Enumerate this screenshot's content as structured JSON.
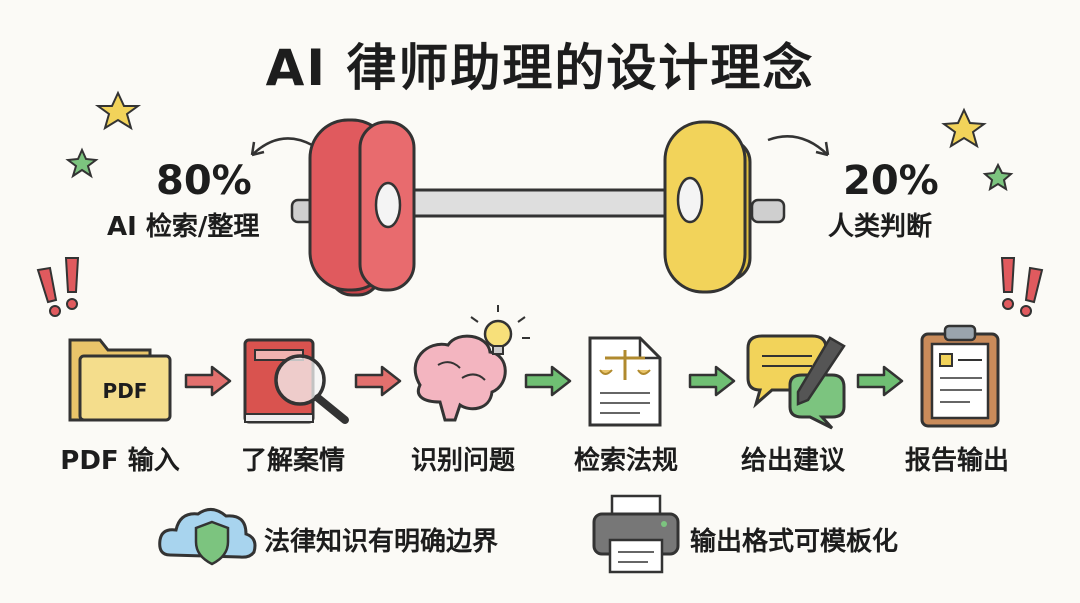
{
  "title": "AI 律师助理的设计理念",
  "balance": {
    "left": {
      "percent": "80%",
      "label": "AI 检索/整理",
      "color": "#e05a5e"
    },
    "right": {
      "percent": "20%",
      "label": "人类判断",
      "color": "#f2d35a"
    }
  },
  "steps": [
    {
      "label": "PDF 输入",
      "icon": "pdf-folder-icon",
      "icon_text": "PDF"
    },
    {
      "label": "了解案情",
      "icon": "book-magnifier-icon"
    },
    {
      "label": "识别问题",
      "icon": "brain-lightbulb-icon"
    },
    {
      "label": "检索法规",
      "icon": "legal-document-scale-icon"
    },
    {
      "label": "给出建议",
      "icon": "speech-bubbles-pen-icon"
    },
    {
      "label": "报告输出",
      "icon": "clipboard-report-icon"
    }
  ],
  "arrow_colors": [
    "#e2706e",
    "#e2706e",
    "#6fbf73",
    "#6fbf73",
    "#6fbf73"
  ],
  "features": [
    {
      "label": "法律知识有明确边界",
      "icon": "cloud-shield-icon"
    },
    {
      "label": "输出格式可模板化",
      "icon": "printer-icon"
    }
  ]
}
